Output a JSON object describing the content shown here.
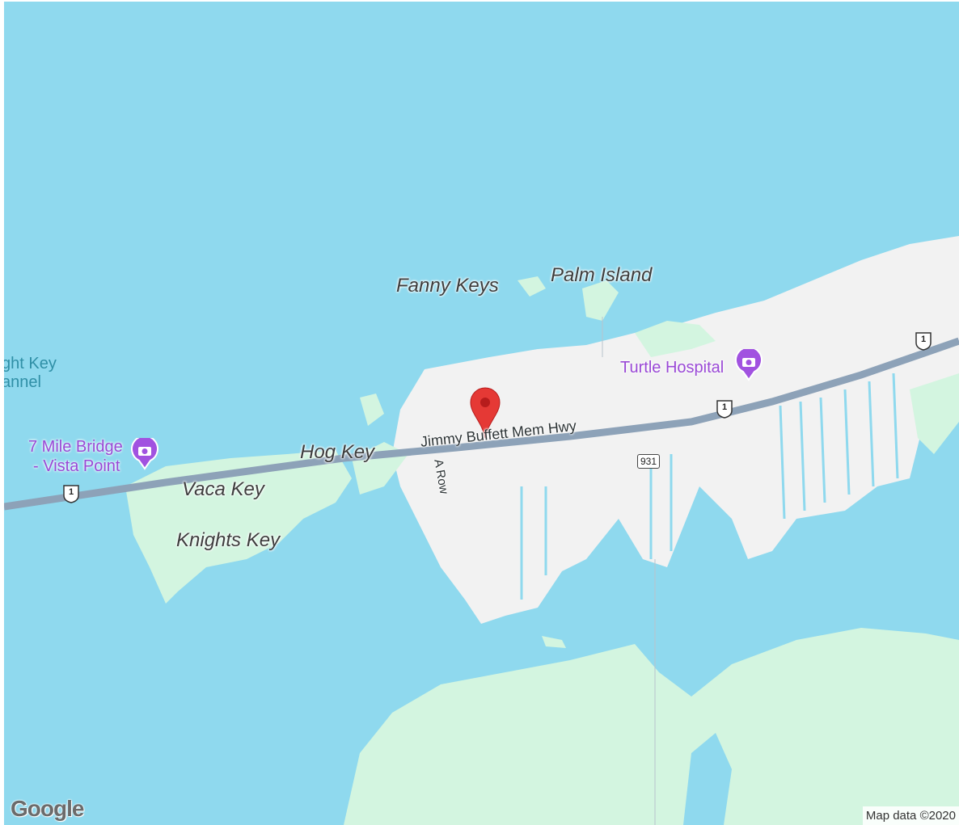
{
  "map": {
    "colors": {
      "water": "#8fd9ee",
      "land_green": "#d3f5e0",
      "land_urban": "#f2f2f2",
      "highway": "#8da2b8",
      "marker": "#e53935"
    },
    "labels": {
      "fanny_keys": "Fanny Keys",
      "palm_island": "Palm Island",
      "channel_line1": "ght Key",
      "channel_line2": "annel",
      "seven_mile_line1": "7 Mile Bridge",
      "seven_mile_line2": "- Vista Point",
      "turtle_hospital": "Turtle Hospital",
      "hog_key": "Hog Key",
      "vaca_key": "Vaca Key",
      "knights_key": "Knights Key",
      "jimmy_buffett": "Jimmy Buffett Mem Hwy",
      "a_row": "A Row"
    },
    "shields": {
      "us1": "1",
      "sr931": "931"
    },
    "icons": {
      "poi": "camera-icon",
      "marker": "map-pin-icon"
    },
    "google_logo": "Google",
    "attribution": "Map data ©2020"
  }
}
